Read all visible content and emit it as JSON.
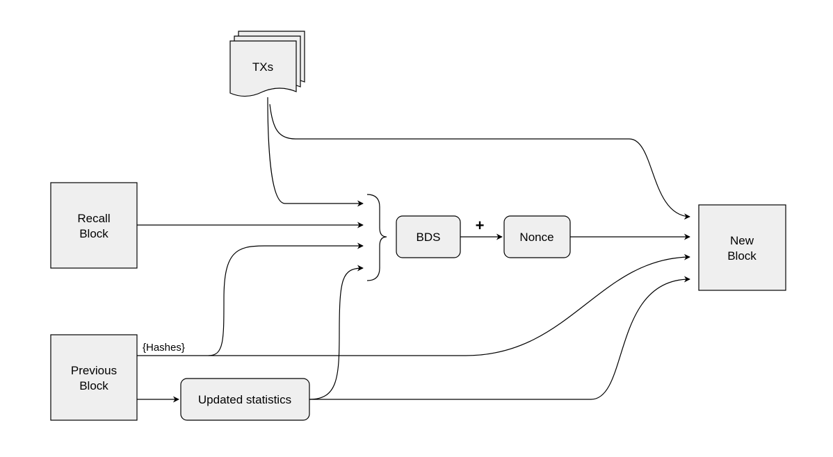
{
  "nodes": {
    "txs": "TXs",
    "recall_block": [
      "Recall",
      "Block"
    ],
    "previous_block": [
      "Previous",
      "Block"
    ],
    "updated_statistics": "Updated statistics",
    "bds": "BDS",
    "nonce": "Nonce",
    "new_block": [
      "New",
      "Block"
    ]
  },
  "edge_labels": {
    "hashes": "{Hashes}",
    "plus": "+"
  }
}
